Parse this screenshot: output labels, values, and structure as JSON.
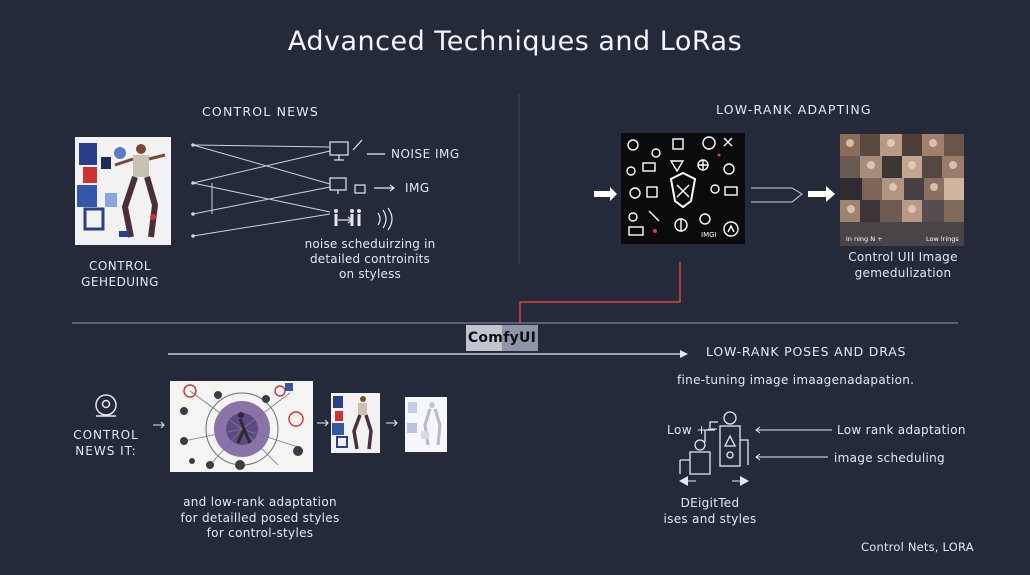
{
  "title": "Advanced Techniques and LoRas",
  "sections": {
    "control_news": {
      "heading": "CONTROL NEWS",
      "caption_lines": [
        "CONTROL",
        "GEHEDUING"
      ],
      "outputs": [
        "NOISE IMG",
        "IMG"
      ],
      "description_lines": [
        "noise scheduirzing in",
        "detailed controinits",
        "on styless"
      ]
    },
    "low_rank_adapting": {
      "heading": "LOW-RANK ADAPTING",
      "overlay_left": "IMGI",
      "grid_label_left": "in ning N +",
      "grid_label_right": "Low lrings",
      "caption_lines": [
        "Control UII Image",
        "gemedulization"
      ]
    },
    "divider": {
      "label": "ComfyUI"
    },
    "pose_flow": {
      "caption_lines": [
        "CONTROL",
        "NEWS IT:"
      ],
      "description_lines": [
        "and low-rank adaptation",
        "for detailled posed styles",
        "for control-styles"
      ]
    },
    "low_rank_poses": {
      "heading": "LOW-RANK POSES AND DRAS",
      "subtitle": "fine-tuning image imaagenadapation.",
      "low_label": "Low +",
      "right_labels": [
        "Low rank adaptation",
        "image scheduling"
      ],
      "caption_lines": [
        "DEigitTed",
        "ises and styles"
      ]
    },
    "footer": "Control Nets, LORA"
  },
  "colors": {
    "background": "#252a3b",
    "text": "#e9ecf3",
    "divider": "#5b6072",
    "red_connector": "#d9413a",
    "comfy_badge": "#8f95a6"
  }
}
